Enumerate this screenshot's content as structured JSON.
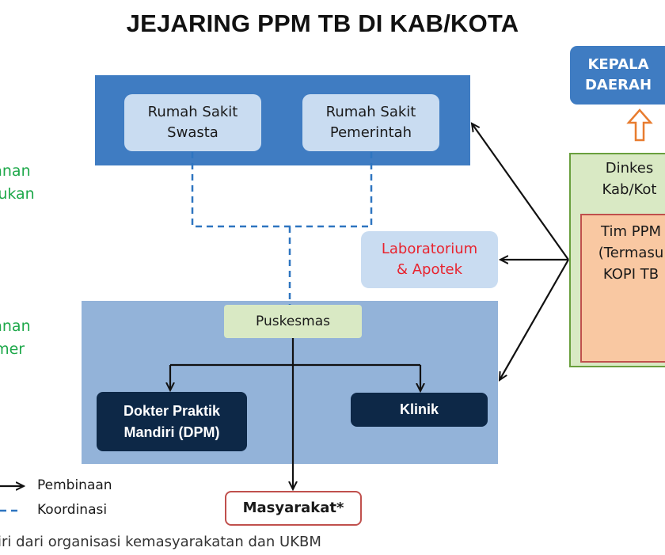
{
  "title": "JEJARING PPM TB DI KAB/KOTA",
  "side_labels": {
    "rujukan_lines": [
      "yanan",
      "ujukan"
    ],
    "primer_lines": [
      "yanan",
      "rimer"
    ]
  },
  "nodes": {
    "rs_swasta": [
      "Rumah Sakit",
      "Swasta"
    ],
    "rs_pemerintah": [
      "Rumah Sakit",
      "Pemerintah"
    ],
    "lab_apotek": [
      "Laboratorium",
      "& Apotek"
    ],
    "puskesmas": "Puskesmas",
    "dpm": [
      "Dokter Praktik",
      "Mandiri (DPM)"
    ],
    "klinik": "Klinik",
    "masyarakat": "Masyarakat*",
    "kepala_daerah": [
      "KEPALA",
      "DAERAH"
    ],
    "dinkes": [
      "Dinkes",
      "Kab/Kot"
    ],
    "tim_ppm": [
      "Tim PPM",
      "(Termasu",
      "KOPI TB"
    ]
  },
  "legend": {
    "pembinaan": "Pembinaan",
    "koordinasi": "Koordinasi"
  },
  "footnote": "liri dari organisasi kemasyarakatan dan UKBM",
  "colors": {
    "panel_top": "#3f7cc2",
    "panel_bottom": "#93b3d9",
    "side_label_green": "#1ea84a",
    "lab_text_red": "#e8242f",
    "dark_box": "#0d2847",
    "dashed_blue": "#2e75c0",
    "up_arrow_orange": "#e87c2f"
  }
}
